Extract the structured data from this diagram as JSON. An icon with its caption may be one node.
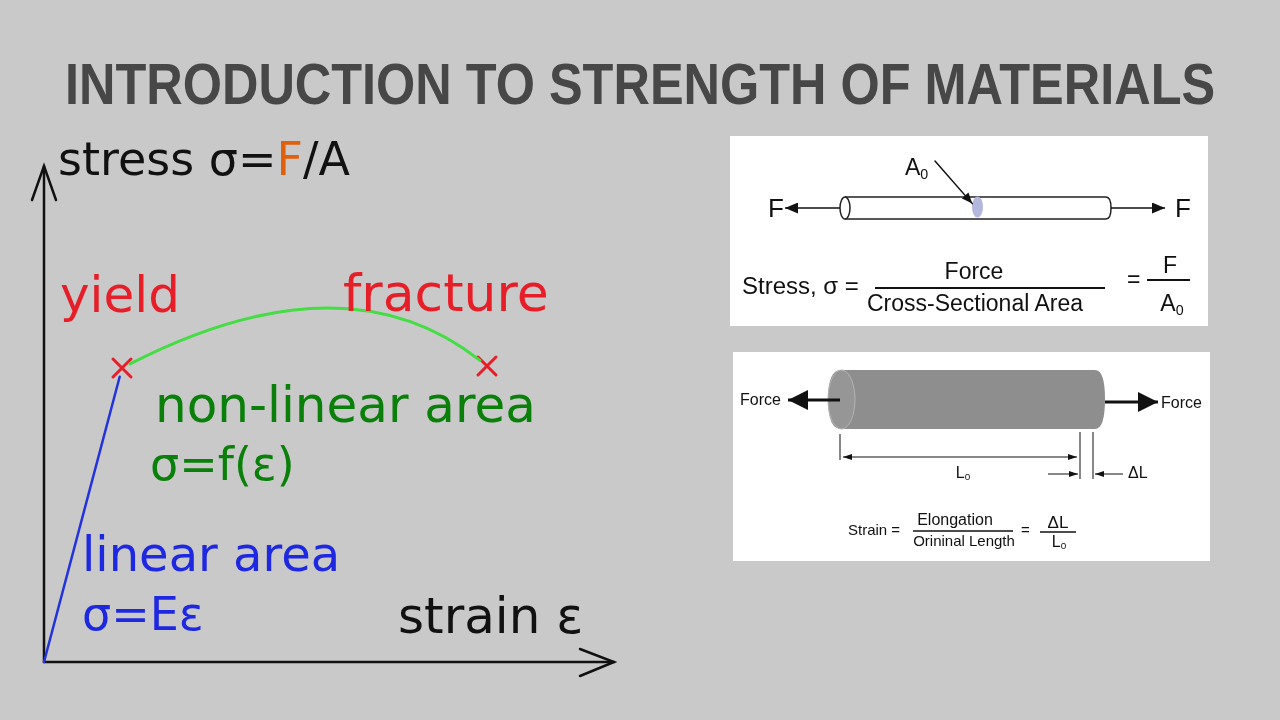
{
  "diagram": {
    "title": "INTRODUCTION TO STRENGTH OF MATERIALS",
    "nodes": [
      {
        "text": [
          "F",
          "F",
          "Stress, σ =",
          "Force",
          "Cross-Sectional Area",
          "=",
          "F",
          "A$_{0}$"
        ]
      },
      {
        "text": [
          "A$_{0}$"
        ],
        "in": 0
      },
      {
        "text": [],
        "shape": "ellipse",
        "in": 0
      },
      {
        "text": [
          "Force",
          "Force",
          "L$_{0}$",
          "ΔL",
          "Strain =",
          "Elongation",
          "Orininal Length",
          "=",
          "ΔL",
          "L$_{0}$"
        ]
      },
      {
        "text": [],
        "shape": "cross",
        "beside": [
          "yield"
        ]
      },
      {
        "text": [],
        "shape": "cross",
        "beside": [
          "fracture"
        ]
      }
    ],
    "edges": [
      {
        "from": 1,
        "to": 2,
        "arrow": "to"
      },
      {
        "from": null,
        "to": 4,
        "arrow": "none",
        "color": "#2233dd"
      },
      {
        "from": 4,
        "to": 5,
        "arrow": "none",
        "color": "#44dd44"
      }
    ],
    "labels": [
      "stress σ=**F**/A",
      "non-linear area",
      "σ=f(ε)",
      "linear area",
      "σ=Eε",
      "strain ε"
    ]
  }
}
